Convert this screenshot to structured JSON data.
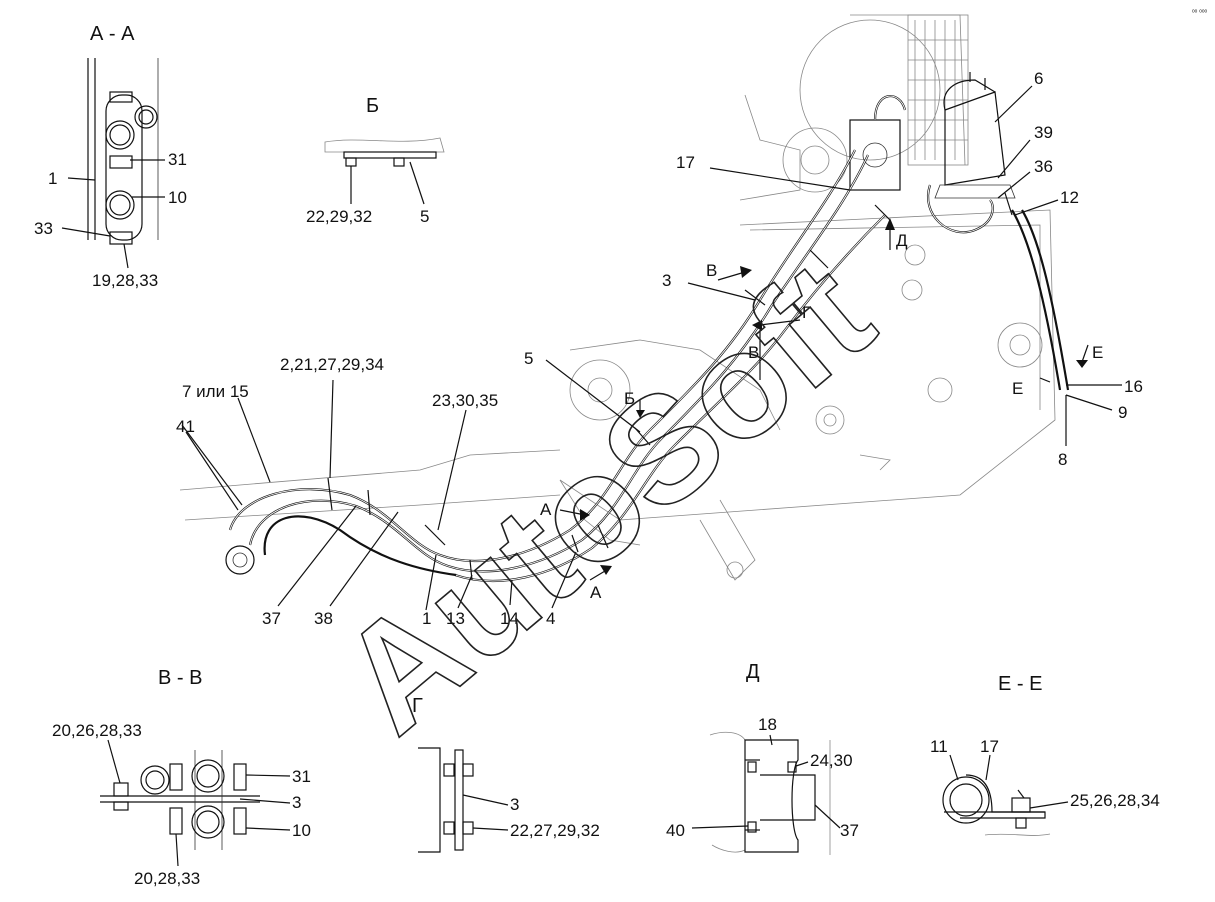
{
  "sections": {
    "aa": "А - А",
    "b": "Б",
    "vv": "В - В",
    "g": "Г",
    "d": "Д",
    "ee": "Е - Е"
  },
  "callouts": {
    "aa": [
      "1",
      "31",
      "10",
      "33",
      "19,28,33"
    ],
    "b": [
      "22,29,32",
      "5"
    ],
    "main": [
      "6",
      "39",
      "36",
      "12",
      "17",
      "Д",
      "3",
      "В",
      "Г",
      "В",
      "Е",
      "Е",
      "16",
      "9",
      "8",
      "5",
      "Б",
      "2,21,27,29,34",
      "7 или 15",
      "41",
      "23,30,35",
      "А",
      "А",
      "37",
      "38",
      "1",
      "13",
      "14",
      "4"
    ],
    "vv": [
      "20,26,28,33",
      "31",
      "3",
      "10",
      "20,28,33"
    ],
    "g": [
      "3",
      "22,27,29,32"
    ],
    "d": [
      "18",
      "24,30",
      "40",
      "37"
    ],
    "ee": [
      "11",
      "17",
      "25,26,28,34"
    ]
  },
  "watermark": {
    "text": "AutoSoft",
    "corner_mark": "ᵒᵒ ᵒᵒᵒ"
  }
}
